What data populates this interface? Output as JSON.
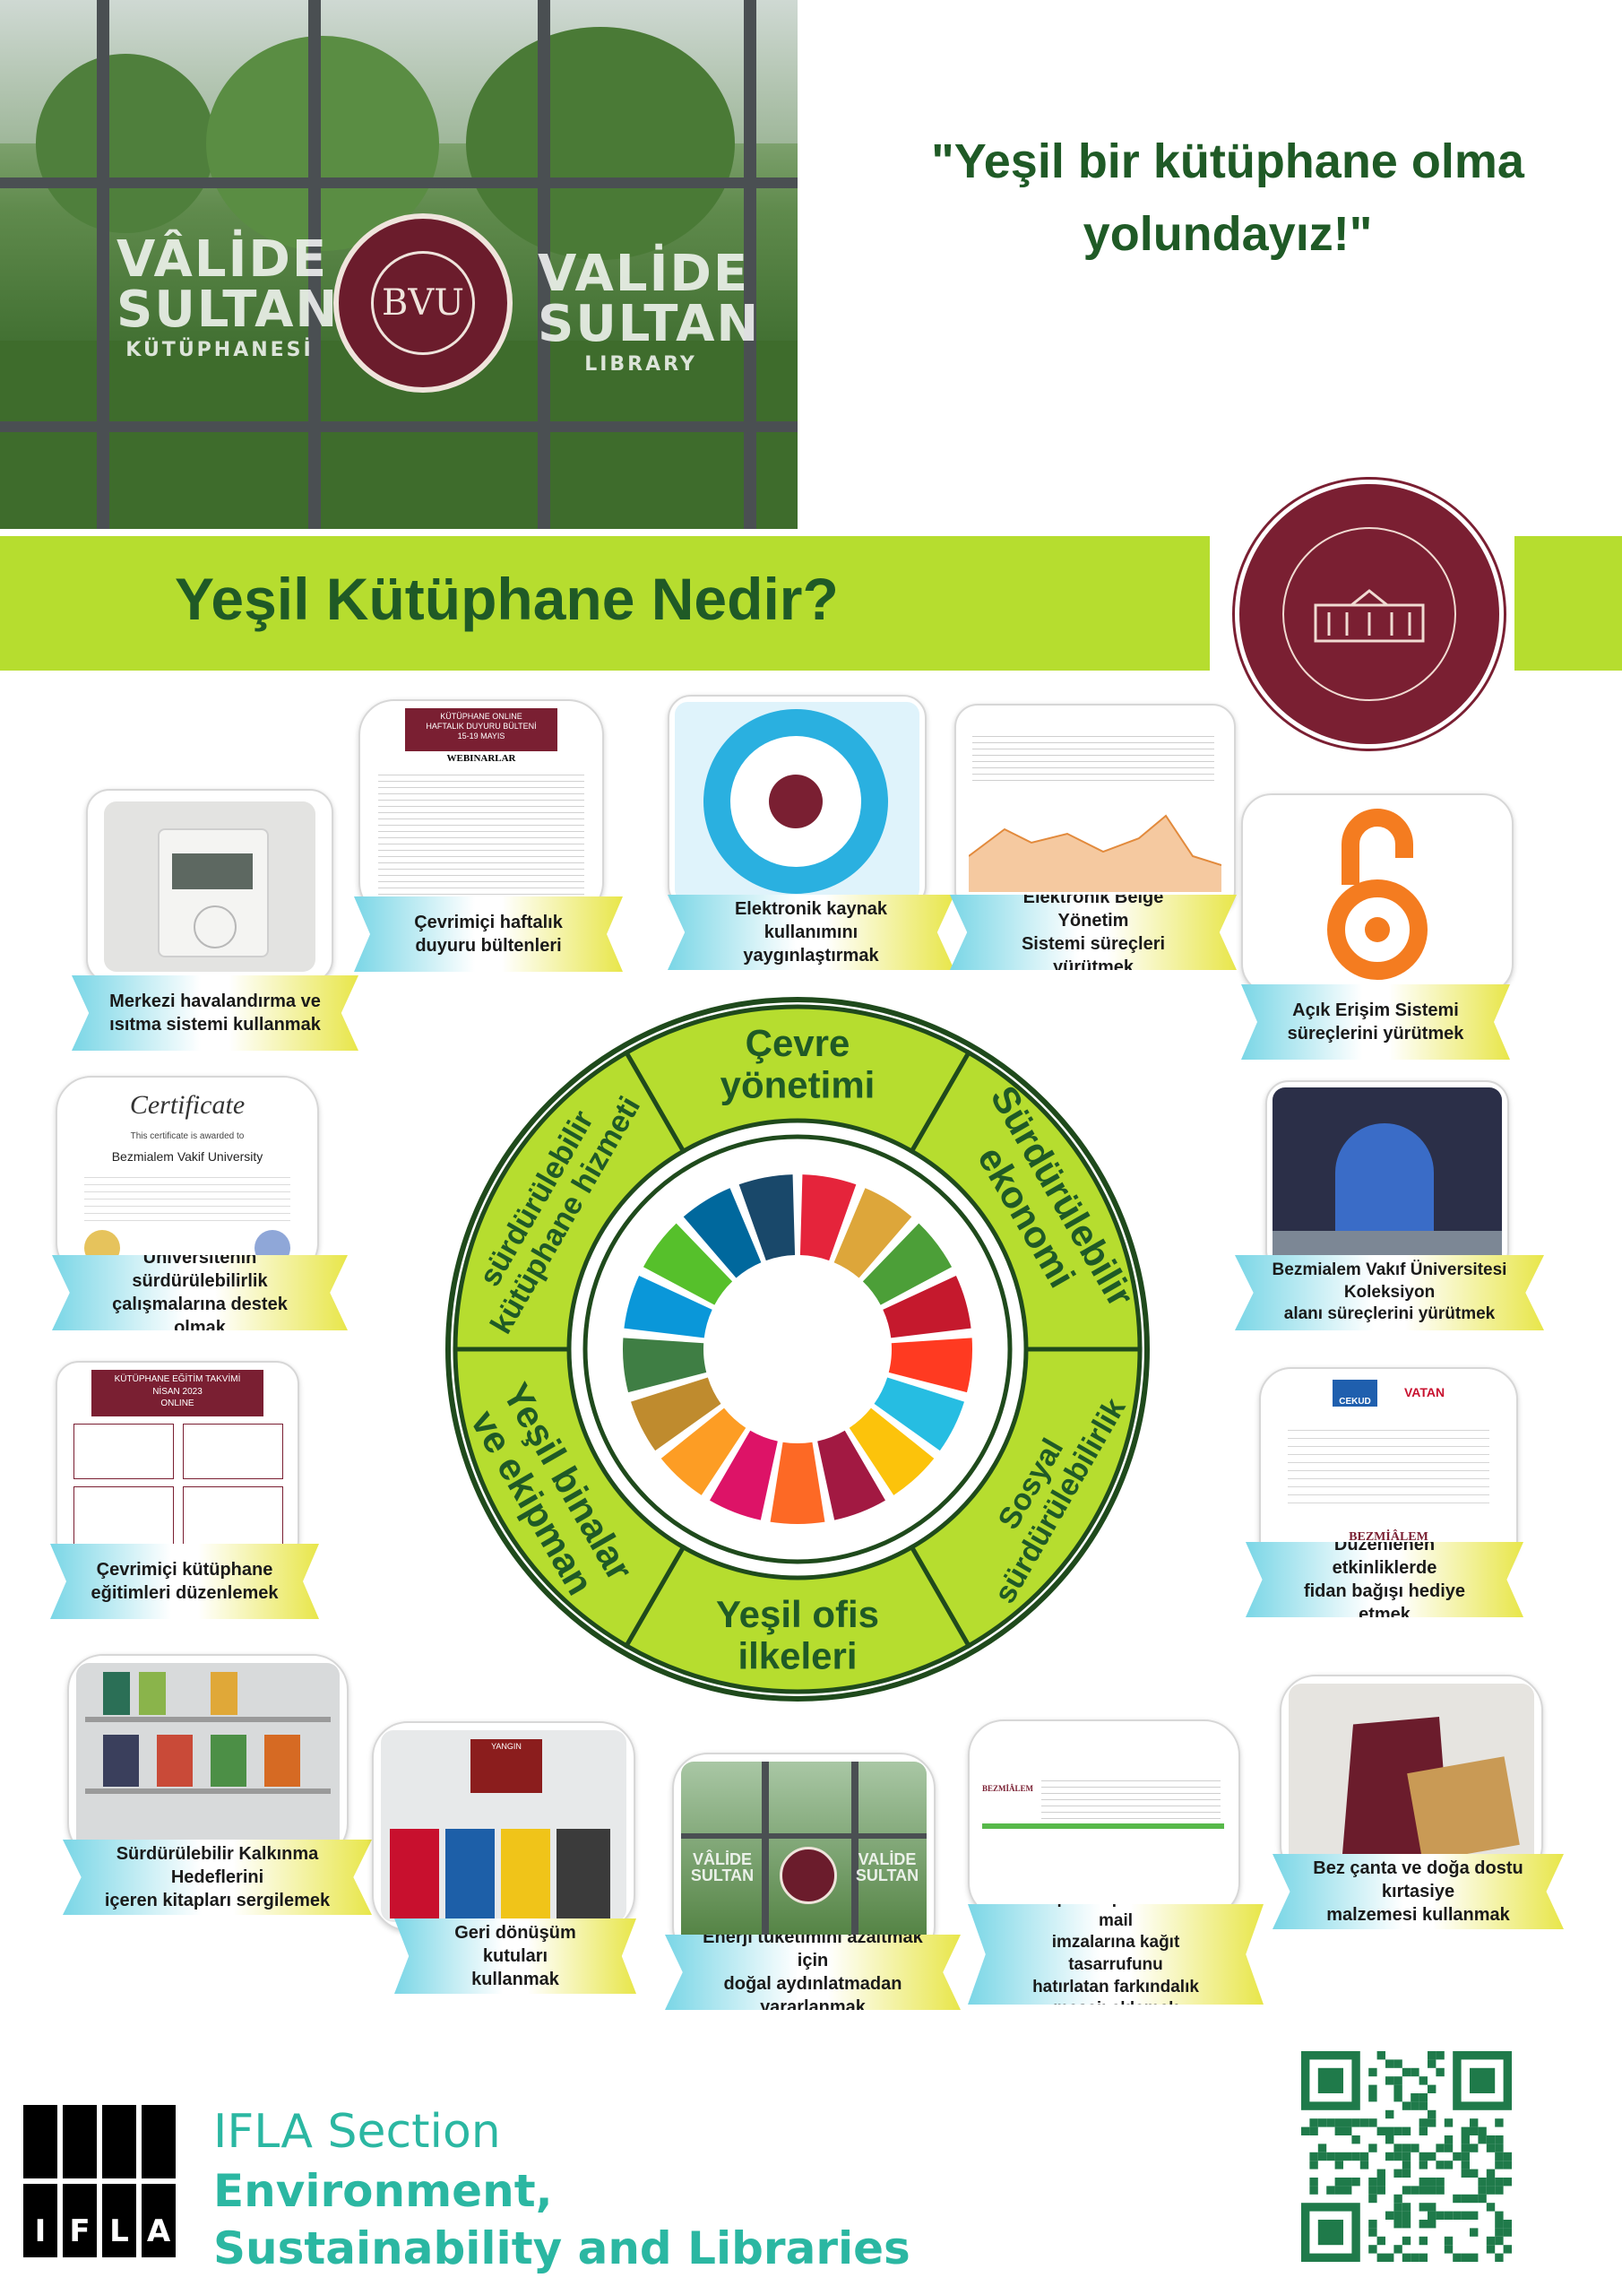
{
  "header": {
    "glass_left": [
      "VÂLİDE",
      "SULTAN",
      "KÜTÜPHANESİ"
    ],
    "glass_right": [
      "VALİDE",
      "SULTAN",
      "LIBRARY"
    ],
    "bvu_logo_text": "BVU",
    "quote_line1": "\"Yeşil bir kütüphane olma",
    "quote_line2": "yolundayız!\""
  },
  "band": {
    "title": "Yeşil Kütüphane Nedir?"
  },
  "wheel": {
    "segments": [
      "Çevre yönetimi",
      "Sürdürülebilir ekonomi",
      "Sosyal sürdürülebilirlik",
      "Yeşil ofis ilkeleri",
      "Yeşil binalar ve ekipman",
      "sürdürülebilir kütüphane hizmeti"
    ],
    "sdg_colors": [
      "#e5243b",
      "#dda63a",
      "#4c9f38",
      "#c5192d",
      "#ff3a21",
      "#26bde2",
      "#fcc30b",
      "#a21942",
      "#fd6925",
      "#dd1367",
      "#fd9d24",
      "#bf8b2e",
      "#3f7e44",
      "#0a97d9",
      "#56c02b",
      "#00689d",
      "#19486a"
    ]
  },
  "cards": [
    {
      "id": "card-hvac",
      "caption": [
        "Merkezi havalandırma ve",
        "ısıtma sistemi kullanmak"
      ]
    },
    {
      "id": "card-bulletin",
      "caption": [
        "Çevrimiçi haftalık",
        "duyuru bültenleri"
      ],
      "thumb_text": [
        "KÜTÜPHANE ONLINE",
        "HAFTALIK DUYURU BÜLTENİ",
        "15-19 MAYIS",
        "WEBINARLAR"
      ]
    },
    {
      "id": "card-eresources",
      "caption": [
        "Elektronik kaynak kullanımını",
        "yaygınlaştırmak"
      ]
    },
    {
      "id": "card-ebys",
      "caption": [
        "Elektronik Belge Yönetim",
        "Sistemi süreçleri yürütmek"
      ]
    },
    {
      "id": "card-openaccess",
      "caption": [
        "Açık Erişim Sistemi",
        "süreçlerini yürütmek"
      ]
    },
    {
      "id": "card-certificate",
      "caption": [
        "Üniversitenin sürdürülebilirlik",
        "çalışmalarına destek olmak"
      ],
      "thumb_text": [
        "Certificate",
        "This certificate is awarded to",
        "Bezmialem Vakif University"
      ]
    },
    {
      "id": "card-collection",
      "caption": [
        "Bezmialem Vakıf Üniversitesi Koleksiyon",
        "alanı süreçlerini yürütmek"
      ]
    },
    {
      "id": "card-training",
      "caption": [
        "Çevrimiçi kütüphane",
        "eğitimleri düzenlemek"
      ],
      "thumb_text": [
        "KÜTÜPHANE EĞİTİM TAKVİMİ",
        "NİSAN 2023",
        "ONLINE"
      ]
    },
    {
      "id": "card-sapling",
      "caption": [
        "Düzenlenen etkinliklerde",
        "fidan bağışı hediye etmek"
      ],
      "thumb_text": [
        "CEKUD",
        "VATAN",
        "BEZMİÂLEM"
      ]
    },
    {
      "id": "card-sdgbooks",
      "caption": [
        "Sürdürülebilir Kalkınma Hedeflerini",
        "içeren kitapları sergilemek"
      ]
    },
    {
      "id": "card-recycle",
      "caption": [
        "Geri dönüşüm kutuları",
        "kullanmak"
      ],
      "thumb_text": [
        "YANGIN"
      ]
    },
    {
      "id": "card-daylight",
      "caption": [
        "Enerji tüketimini azaltmak için",
        "doğal aydınlatmadan yararlanmak"
      ],
      "thumb_text": [
        "VÂLİDE",
        "SULTAN",
        "VALİDE",
        "SULTAN"
      ]
    },
    {
      "id": "card-mail",
      "caption": [
        "Kütüphane personelinin mail",
        "imzalarına kağıt tasarrufunu",
        "hatırlatan farkındalık mesajı eklemek"
      ],
      "thumb_text": [
        "BEZMİÂLEM"
      ]
    },
    {
      "id": "card-bag",
      "caption": [
        "Bez çanta ve doğa dostu kırtasiye",
        "malzemesi kullanmak"
      ]
    }
  ],
  "footer": {
    "ifla_letters": [
      "I",
      "F",
      "L",
      "A"
    ],
    "line1": "IFLA Section",
    "line2": "Environment,",
    "line3": "Sustainability and Libraries"
  }
}
